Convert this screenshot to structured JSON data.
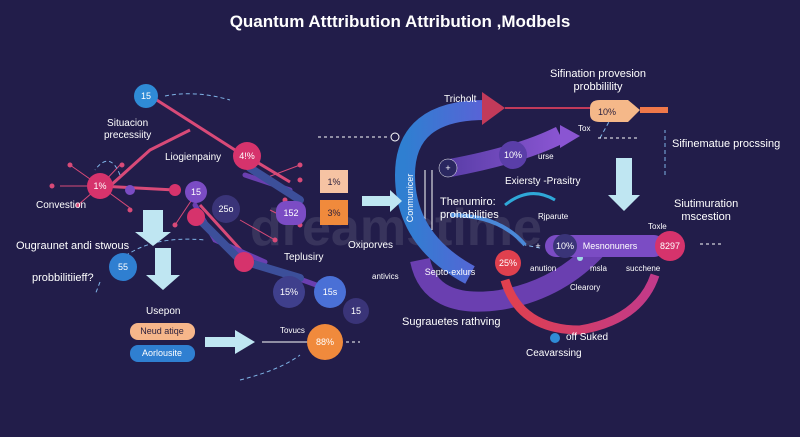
{
  "title": "Quantum Atttribution Attribution ,Modbels",
  "colors": {
    "background": "#221d4a",
    "pink": "#d6336c",
    "purple": "#7b4cc4",
    "blue": "#2f7fd1",
    "orange": "#f08a3c",
    "red": "#e0404e",
    "cyan": "#9fd8e6"
  },
  "labels": {
    "top_right": "Sifination provesion\nprobbilility",
    "tricholt": "Tricholt",
    "situacion": "Situacion\nprecessiity",
    "liogienpainy": "Liogienpainy",
    "sifinematue": "Sifinematue procssing",
    "convestion": "Convestion",
    "exiersty": "Exiersty -Prasitry",
    "oligraunet": "Ougraunet andi stwous",
    "thenumiro": "Thenumiro:\nprohabilities",
    "siutimuration": "Siutimuration\nmscestion",
    "probbilitiieff": "probbilitiieff?",
    "teplusiry": "Teplusiry",
    "oxiporves": "Oxiporves",
    "antivics": "antivics",
    "ripurte": "Rjparute",
    "toxle": "Toxle",
    "usepon": "Usepon",
    "tovucs": "Tovucs",
    "sugrauetes": "Sugrauetes rathving",
    "off_sulked": "off  Suked",
    "ceavarssing": "Ceavarssing",
    "anution": "anution",
    "msla": "msla",
    "succhene": "succhene",
    "clearory": "Clearory",
    "tox": "Tox",
    "urse": "urse",
    "conmunicer": "Conmunicer"
  },
  "nodes": {
    "n15_top": "15",
    "n43": "4!%",
    "n1pct": "1%",
    "n15_mid": "15",
    "n25": "25o",
    "n55": "55",
    "n15pct": "15%",
    "n15s": "15s",
    "n15_small": "15",
    "n88": "88%",
    "n25pct": "25%",
    "n10_ribbon": "10%",
    "n10_top": "10%",
    "n10_pill": "10%",
    "n8297": "8297"
  },
  "boxes": {
    "box1": "1%",
    "box152": "152",
    "box3": "3%",
    "neud_atiqe": "Neud atiqe",
    "aorlousite": "Aorlousite",
    "mesnonuners": "Mesnonuners",
    "septo": "Septo·exlurs"
  }
}
